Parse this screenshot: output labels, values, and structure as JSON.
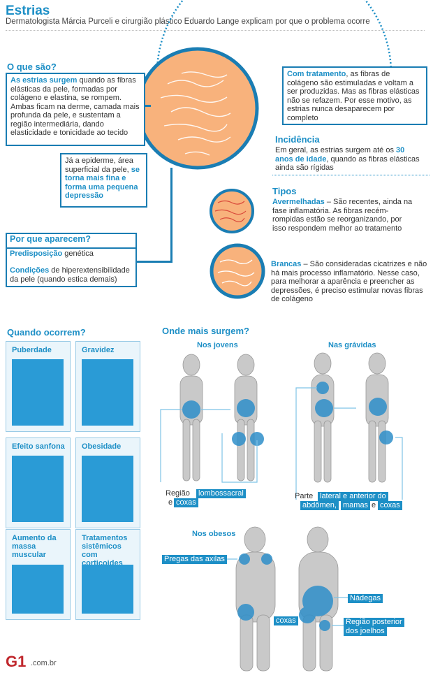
{
  "header": {
    "title": "Estrias",
    "subtitle": "Dermatologista Márcia Purceli e cirurgião plástico Eduardo Lange explicam por que o problema ocorre"
  },
  "o_que_sao": {
    "heading": "O que são?",
    "box1_lead": "As estrias surgem",
    "box1_text": " quando as fibras elásticas da pele, formadas por colágeno e elastina, se rompem. Ambas ficam na derme, camada mais profunda da pele, e sustentam a região intermediária, dando elasticidade e tonicidade ao tecido",
    "box2_text": "Já a epiderme, área superficial da pele, ",
    "box2_bold": "se torna mais fina e forma uma pequena depressão"
  },
  "tratamento": {
    "lead": "Com tratamento",
    "text": ", as fibras de colágeno são estimuladas e voltam a ser produzidas. Mas as fibras elásticas não se refazem. Por esse motivo, as estrias nunca desaparecem por completo"
  },
  "incidencia": {
    "heading": "Incidência",
    "text": "Em geral, as estrias surgem até os ",
    "bold": "30 anos de idade",
    "text2": ", quando as fibras elásticas ainda são rígidas"
  },
  "tipos": {
    "heading": "Tipos",
    "red_lead": "Avermelhadas",
    "red_text": " – São recentes, ainda na fase inflamatória. As fibras recém-rompidas estão se reorganizando, por isso respondem melhor ao tratamento",
    "white_lead": "Brancas",
    "white_text": " – São consideradas cicatrizes e não há mais processo inflamatório. Nesse caso, para melhorar a aparência e preencher as depressões, é preciso estimular novas fibras de colágeno"
  },
  "por_que": {
    "heading": "Por que aparecem?",
    "l1_lead": "Predisposição",
    "l1_text": " genética",
    "l2_lead": "Condições",
    "l2_text": " de hiperextensibilidade da pele (quando estica demais)"
  },
  "quando": {
    "heading": "Quando ocorrem?",
    "cards": [
      {
        "label": "Puberdade"
      },
      {
        "label": "Gravidez"
      },
      {
        "label": "Efeito sanfona"
      },
      {
        "label": "Obesidade"
      },
      {
        "label": "Aumento da massa muscular"
      },
      {
        "label": "Tratamentos sistêmicos com corticoides"
      }
    ]
  },
  "onde": {
    "heading": "Onde mais surgem?",
    "jovens": "Nos jovens",
    "gravidas": "Nas grávidas",
    "obesos": "Nos obesos",
    "jovens_caption_pre": "Região",
    "jovens_tag1": "lombossacral",
    "jovens_caption_e": "e",
    "jovens_tag2": "coxas",
    "gravidas_caption_pre": "Parte",
    "gravidas_tag1": "lateral e anterior do",
    "gravidas_tag2": "abdômen,",
    "gravidas_tag3": "mamas",
    "gravidas_e": "e",
    "gravidas_tag4": "coxas",
    "obesos_tag_axilas": "Pregas das axilas",
    "obesos_tag_nadegas": "Nádegas",
    "obesos_tag_coxas": "coxas",
    "obesos_tag_joelhos1": "Região posterior",
    "obesos_tag_joelhos2": "dos joelhos"
  },
  "footer": {
    "logo": "G1",
    "domain": ".com.br"
  },
  "colors": {
    "accent": "#1d8fc6",
    "skin": "#f8b27c",
    "highlight": "#2f8fc9"
  }
}
